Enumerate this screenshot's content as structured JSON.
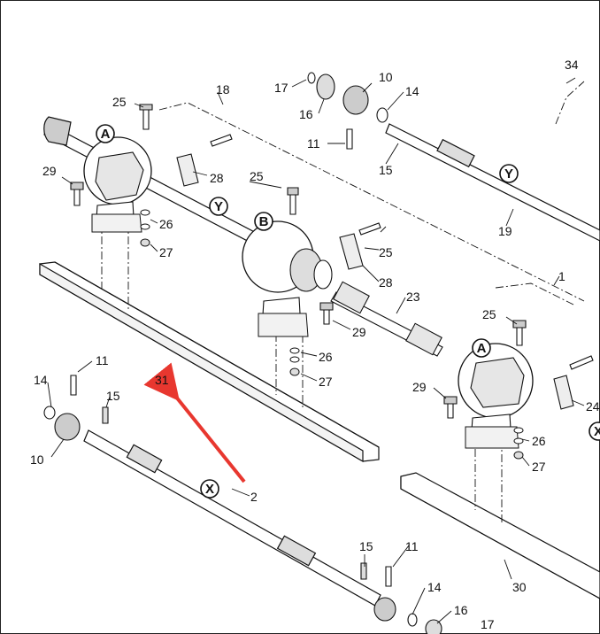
{
  "diagram": {
    "callouts": {
      "c34": "34",
      "c17a": "17",
      "c10a": "10",
      "c14a": "14",
      "c16a": "16",
      "c25a": "25",
      "c18": "18",
      "c11a": "11",
      "c15a": "15",
      "c29a": "29",
      "c28a": "28",
      "c25b": "25",
      "c26a": "26",
      "c27a": "27",
      "c19": "19",
      "c25c": "25",
      "c28b": "28",
      "c23": "23",
      "c29b": "29",
      "c26b": "26",
      "c27b": "27",
      "c1": "1",
      "c25d": "25",
      "c29c": "29",
      "c24": "24",
      "c26c": "26",
      "c27c": "27",
      "c14b": "14",
      "c11b": "11",
      "c15b": "15",
      "c31": "31",
      "c10b": "10",
      "c2": "2",
      "c15c": "15",
      "c11c": "11",
      "c14c": "14",
      "c16b": "16",
      "c17b": "17",
      "c30": "30"
    },
    "circle_labels": {
      "A1": "A",
      "A2": "A",
      "B": "B",
      "Y1": "Y",
      "Y2": "Y",
      "X1": "X",
      "X2": "X"
    },
    "arrow_color": "#e8372f",
    "line_color": "#111111"
  }
}
